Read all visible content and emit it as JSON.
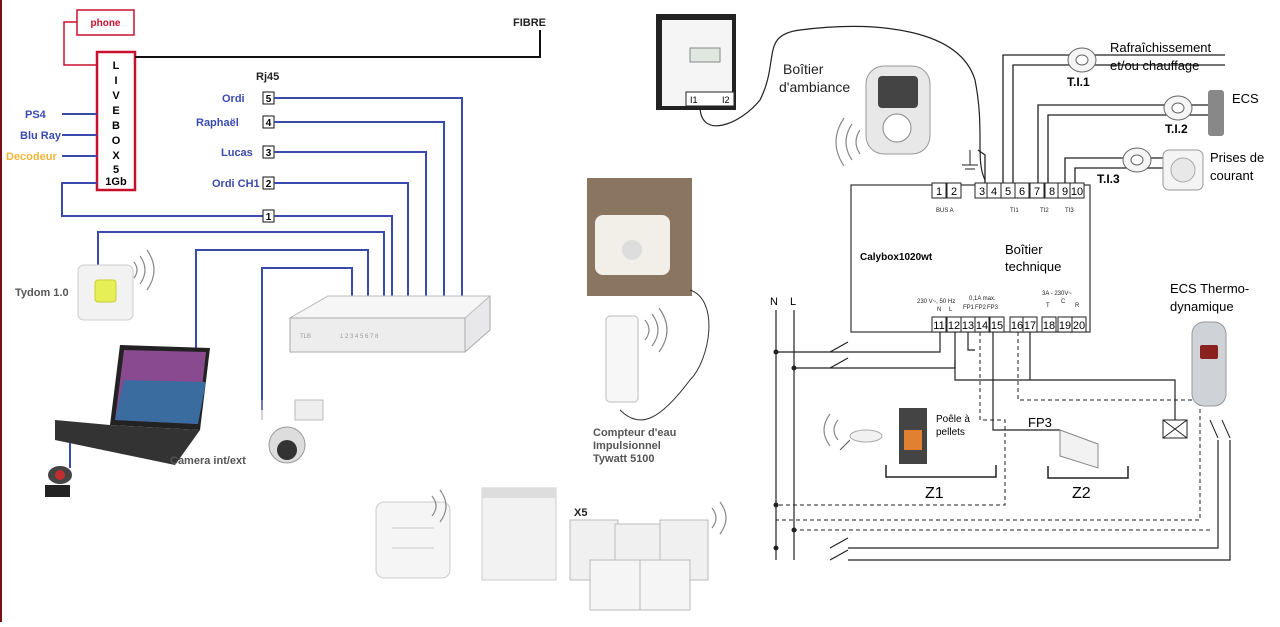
{
  "router": {
    "name_letters": [
      "L",
      "I",
      "V",
      "E",
      "B",
      "O",
      "X",
      "5"
    ],
    "speed": "1Gb",
    "phone": "phone",
    "fibre": "FIBRE"
  },
  "left_devices": [
    {
      "label": "PS4",
      "color": "#3a4bb0"
    },
    {
      "label": "Blu Ray",
      "color": "#3a4bb0"
    },
    {
      "label": "Decodeur",
      "color": "#f0b43a"
    }
  ],
  "rj45": {
    "title": "Rj45",
    "ports": [
      {
        "num": "5",
        "label": "Ordi"
      },
      {
        "num": "4",
        "label": "Raphaël"
      },
      {
        "num": "3",
        "label": "Lucas"
      },
      {
        "num": "2",
        "label": "Ordi CH1"
      },
      {
        "num": "1",
        "label": ""
      }
    ]
  },
  "devices": {
    "tydom": "Tydom 1.0",
    "camera": "Camera int/ext",
    "compteur_eau": [
      "Compteur d'eau",
      "Impulsionnel",
      "Tywatt 5100"
    ],
    "x5": "X5"
  },
  "meter": {
    "i1": "I1",
    "i2": "I2"
  },
  "calybox": {
    "ambiance": [
      "Boîtier",
      "d'ambiance"
    ],
    "name": "Calybox1020wt",
    "technique": [
      "Boîtier",
      "technique"
    ],
    "terminals_top": [
      "1",
      "2",
      "3",
      "4",
      "5",
      "6",
      "7",
      "8",
      "9",
      "10"
    ],
    "terminals_bottom": [
      "11",
      "12",
      "13",
      "14",
      "15",
      "16",
      "17",
      "18",
      "19",
      "20"
    ],
    "bus_label": "BUS A",
    "ti_small": [
      "TI1",
      "TI2",
      "TI3"
    ],
    "power_label": "230 V~, 50 Hz",
    "n_label": "N",
    "l_label": "L",
    "fp_max": "0,1A max.",
    "fp_labels": [
      "FP1",
      "FP2",
      "FP3"
    ],
    "relay_label": "3A - 230V~",
    "relay_t": "T",
    "relay_c": "C",
    "relay_r": "R"
  },
  "ti": [
    {
      "name": "T.I.1",
      "desc": [
        "Rafraîchissement",
        "et/ou chauffage"
      ]
    },
    {
      "name": "T.I.2",
      "desc": [
        "ECS"
      ]
    },
    {
      "name": "T.I.3",
      "desc": [
        "Prises de",
        "courant"
      ]
    }
  ],
  "bus": {
    "n": "N",
    "l": "L"
  },
  "zones": {
    "poele": [
      "Poêle à",
      "pellets"
    ],
    "fp3": "FP3",
    "z1": "Z1",
    "z2": "Z2",
    "ecs_thermo": [
      "ECS Thermo-",
      "dynamique"
    ]
  },
  "colors": {
    "wire_blue": "#3a4bb0",
    "router_red": "#c8102e",
    "panel_border": "#333333"
  }
}
